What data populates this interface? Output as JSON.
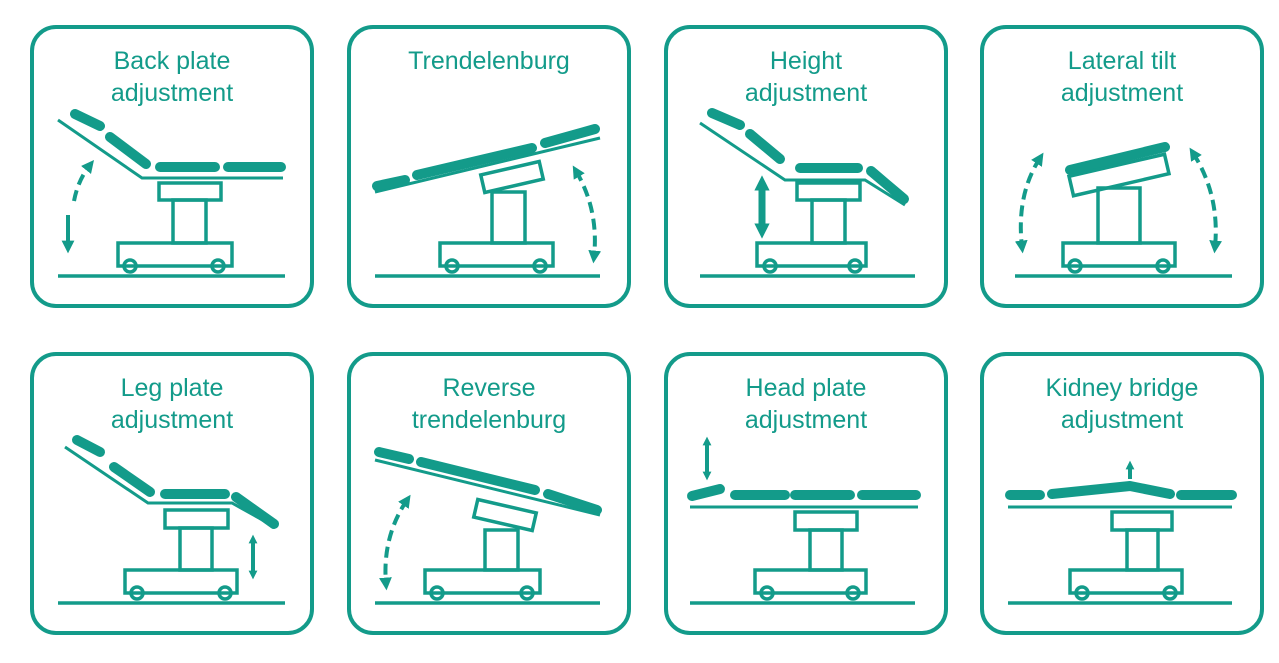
{
  "accent_color": "#139b8a",
  "cards": [
    {
      "title_lines": [
        "Back plate",
        "adjustment"
      ]
    },
    {
      "title_lines": [
        "Trendelenburg",
        ""
      ]
    },
    {
      "title_lines": [
        "Height",
        "adjustment"
      ]
    },
    {
      "title_lines": [
        "Lateral tilt",
        "adjustment"
      ]
    },
    {
      "title_lines": [
        "Leg plate",
        "adjustment"
      ]
    },
    {
      "title_lines": [
        "Reverse",
        "trendelenburg"
      ]
    },
    {
      "title_lines": [
        "Head plate",
        "adjustment"
      ]
    },
    {
      "title_lines": [
        "Kidney bridge",
        "adjustment"
      ]
    }
  ]
}
